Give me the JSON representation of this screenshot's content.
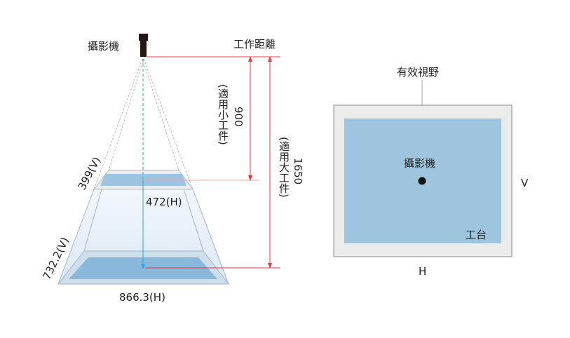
{
  "left": {
    "camera_label": "攝影機",
    "working_distance_label": "工作距離",
    "short_distance": "900",
    "short_distance_note": "(適用小工件)",
    "long_distance": "1650",
    "long_distance_note": "(適用大工件)",
    "small_fov_v": "399(V)",
    "small_fov_h": "472(H)",
    "large_fov_v": "732.2(V)",
    "large_fov_h": "866.3(H)"
  },
  "right": {
    "fov_label": "有效視野",
    "camera_label": "攝影機",
    "stage_label": "工台",
    "v_label": "V",
    "h_label": "H"
  },
  "colors": {
    "accent_red": "#e8383d",
    "fov_blue": "#9fc5de",
    "axis_blue": "#2aa7e0"
  }
}
